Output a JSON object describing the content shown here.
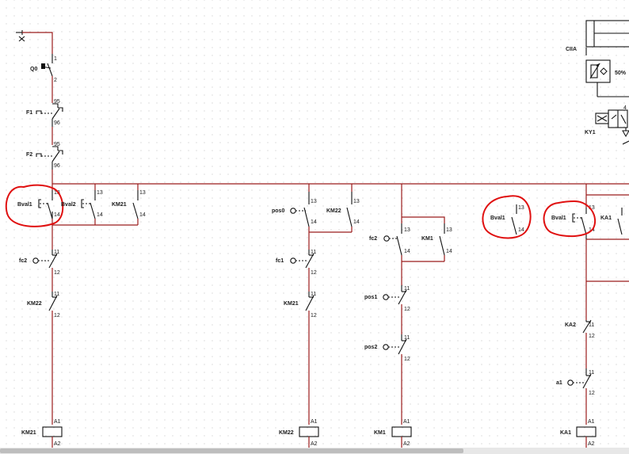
{
  "supply": {
    "breaker": "Q0",
    "pin_in": "1",
    "pin_out": "2"
  },
  "overloads": [
    {
      "label": "F1",
      "pin_top": "95",
      "pin_bottom": "96"
    },
    {
      "label": "F2",
      "pin_top": "95",
      "pin_bottom": "96"
    }
  ],
  "rung1": {
    "pushbuttons": [
      "Bval1",
      "Bval2"
    ],
    "hold_contact": "KM21",
    "limit_switch": "fc2",
    "interlock": "KM22",
    "coil": "KM21"
  },
  "rung2": {
    "start": "pos0",
    "hold_contact": "KM22",
    "limit_switch": "fc1",
    "interlock": "KM21",
    "coil": "KM22"
  },
  "rung3": {
    "start": "fc2",
    "hold_contact": "KM1",
    "switches": [
      "pos1",
      "pos2"
    ],
    "coil": "KM1"
  },
  "rung4": {
    "pushbutton": "Bval1"
  },
  "rung5": {
    "pushbutton": "Bval1",
    "hold_contact": "KA1",
    "nc_contact": "KA2",
    "sensor": "a1",
    "coil": "KA1"
  },
  "pneumatic": {
    "cylinder": "CIIA",
    "flow_percent": "50%",
    "valve": "KY1",
    "valve_pin": "4"
  },
  "pins": {
    "no_a": "13",
    "no_b": "14",
    "nc_a": "11",
    "nc_b": "12",
    "coil_a": "A1",
    "coil_b": "A2"
  },
  "colors": {
    "wire": "#9b1c1c",
    "highlight": "#e01010",
    "grid_dot": "#c9c9c9"
  }
}
